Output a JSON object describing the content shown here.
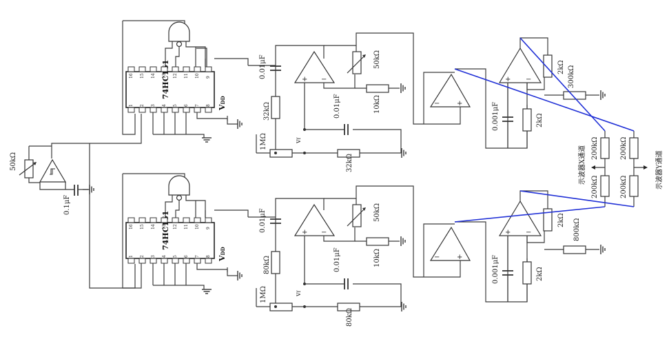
{
  "labels": {
    "chip_name": "74HC161",
    "vdd": "V",
    "vdd_sub": "DD",
    "r_pot_left": "50kΩ",
    "c_left": "0.1μF",
    "top": {
      "c_in": "0.01μF",
      "r_in": "32kΩ",
      "r_1m": "1MΩ",
      "vf": "v",
      "vf_sub": "f",
      "c_fb": "0.01μF",
      "r_bottom": "32kΩ",
      "r_pot": "50kΩ",
      "r_10k": "10kΩ",
      "c_out": "0.001μF",
      "r_2k_v": "2kΩ",
      "r_2k_top": "2kΩ",
      "r_out": "300kΩ"
    },
    "bottom": {
      "c_in": "0.01μF",
      "r_in": "80kΩ",
      "r_1m": "1MΩ",
      "vf": "v",
      "vf_sub": "f",
      "c_fb": "0.01μF",
      "r_bottom": "80kΩ",
      "r_pot": "50kΩ",
      "r_10k": "10kΩ",
      "c_out": "0.001μF",
      "r_2k_v": "2kΩ",
      "r_2k_top": "2kΩ",
      "r_out": "800kΩ"
    },
    "div_r1": "200kΩ",
    "div_r2": "200kΩ",
    "div_r3": "200kΩ",
    "div_r4": "200kΩ",
    "x_channel": "示波器X通道",
    "y_channel": "示波器Y通道",
    "pin_top": [
      "16",
      "15",
      "14",
      "13",
      "12",
      "11",
      "10",
      "9"
    ],
    "pin_bottom": [
      "1",
      "2",
      "3",
      "4",
      "5",
      "6",
      "7",
      "8"
    ]
  },
  "colors": {
    "wire": "#3a3a3a",
    "highlight": "#1f2fd6",
    "background": "#ffffff"
  }
}
